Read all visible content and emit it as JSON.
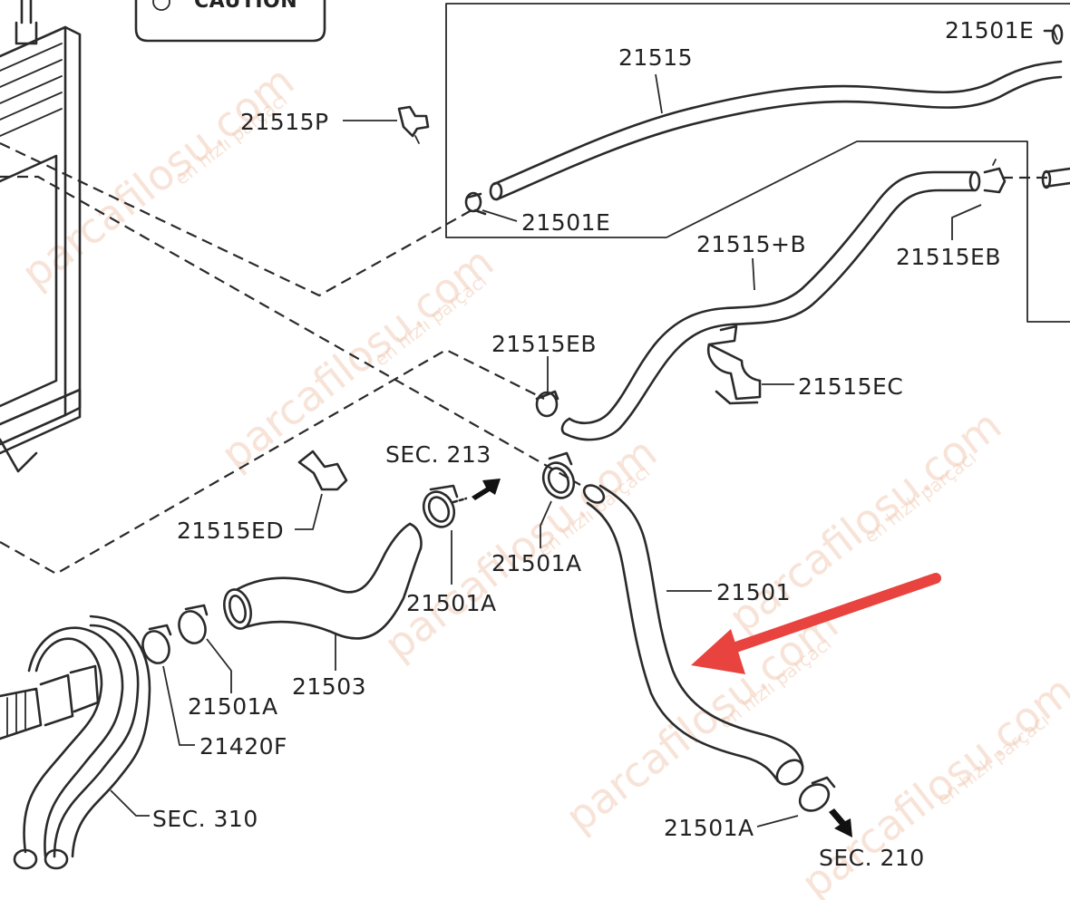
{
  "caution_label": "CAUTION",
  "watermark": {
    "text": "parcafilosu.com",
    "subtext": "en hızlı parçacı"
  },
  "labels": {
    "p_21501E_top": "21501E",
    "p_21515": "21515",
    "p_21515P": "21515P",
    "p_21501E_mid": "21501E",
    "p_21515B": "21515+B",
    "p_21515EB_right": "21515EB",
    "p_21515EB_mid": "21515EB",
    "p_21515EC": "21515EC",
    "sec_213": "SEC. 213",
    "p_21515ED": "21515ED",
    "p_21501A_1": "21501A",
    "p_21501A_2": "21501A",
    "p_21501": "21501",
    "p_21503": "21503",
    "p_21501A_3": "21501A",
    "p_21420F": "21420F",
    "sec_310": "SEC. 310",
    "p_21501A_4": "21501A",
    "sec_210": "SEC. 210"
  },
  "colors": {
    "ink": "#2a2a2a",
    "arrow": "#e8433e",
    "watermark": "#f2cdb8"
  },
  "icons": {
    "callout_arrow": "red-arrow-icon",
    "direction_arrow": "black-arrow-icon"
  }
}
